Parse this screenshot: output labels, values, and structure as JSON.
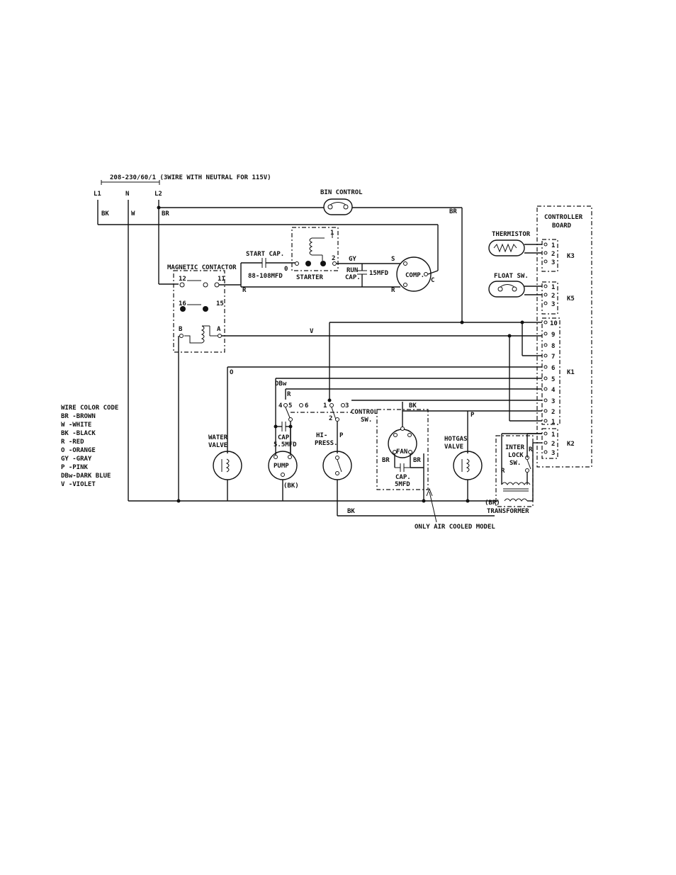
{
  "supply": {
    "rating": "208-230/60/1 (3WIRE WITH NEUTRAL FOR 115V)",
    "l1": "L1",
    "n": "N",
    "l2": "L2",
    "wire_bk": "BK",
    "wire_w": "W",
    "wire_br": "BR"
  },
  "bin_control": {
    "label": "BIN CONTROL",
    "wire": "BR"
  },
  "magnetic_contactor": {
    "label": "MAGNETIC CONTACTOR",
    "t12": "12",
    "t11": "11",
    "t16": "16",
    "t15": "15",
    "b": "B",
    "a": "A"
  },
  "start_cap": {
    "label": "START CAP.",
    "value": "88-108MFD"
  },
  "starter": {
    "label": "STARTER",
    "t0": "0",
    "t1": "1",
    "t2": "2"
  },
  "run_cap": {
    "label": "RUN\nCAP.",
    "label1": "RUN",
    "label2": "CAP.",
    "value": "15MFD",
    "wire": "GY"
  },
  "compressor": {
    "label": "COMP.",
    "s": "S",
    "r": "R",
    "c": "C"
  },
  "wires": {
    "r1": "R",
    "r2": "R",
    "v": "V",
    "o": "O",
    "dbw": "DBw",
    "r3": "R",
    "bk_fan": "BK",
    "p_hotgas": "P",
    "p_hipress": "P",
    "bk_bottom": "BK"
  },
  "controller_board": {
    "title1": "CONTROLLER",
    "title2": "BOARD",
    "k3": "K3",
    "k5": "K5",
    "k1": "K1",
    "k2": "K2",
    "k3_pins": [
      "1",
      "2",
      "3"
    ],
    "k5_pins": [
      "1",
      "2",
      "3"
    ],
    "k1_pins": [
      "10",
      "9",
      "8",
      "7",
      "6",
      "5",
      "4",
      "3",
      "2",
      "1"
    ],
    "k2_pins": [
      "1",
      "2",
      "3"
    ]
  },
  "thermistor": {
    "label": "THERMISTOR"
  },
  "float_sw": {
    "label": "FLOAT SW."
  },
  "control_sw": {
    "label1": "CONTROL",
    "label2": "SW.",
    "t4": "4",
    "t5": "5",
    "t6": "6",
    "t1": "1",
    "t2": "2",
    "t3": "3"
  },
  "water_valve": {
    "label1": "WATER",
    "label2": "VALVE"
  },
  "pump": {
    "cap1": "CAP",
    "cap2": "5.5MFD",
    "label": "PUMP",
    "wire": "(BK)"
  },
  "hi_press": {
    "label1": "HI-",
    "label2": "PRESS."
  },
  "fan": {
    "label": "FAN",
    "br_left": "BR",
    "br_right": "BR",
    "cap1": "CAP.",
    "cap2": "5MFD"
  },
  "hotgas_valve": {
    "label1": "HOTGAS",
    "label2": "VALVE"
  },
  "interlock": {
    "label1": "INTER",
    "label2": "LOCK",
    "label3": "SW.",
    "r1": "R",
    "r2": "R"
  },
  "transformer": {
    "label": "TRANSFORMER",
    "wire": "(BR)"
  },
  "air_cooled_note": "ONLY AIR COOLED MODEL",
  "wire_color_code": {
    "title": "WIRE COLOR CODE",
    "entries": [
      "BR -BROWN",
      "W  -WHITE",
      "BK -BLACK",
      "R  -RED",
      "O  -ORANGE",
      "GY -GRAY",
      "P  -PINK",
      "DBw-DARK BLUE",
      "V  -VIOLET"
    ]
  }
}
